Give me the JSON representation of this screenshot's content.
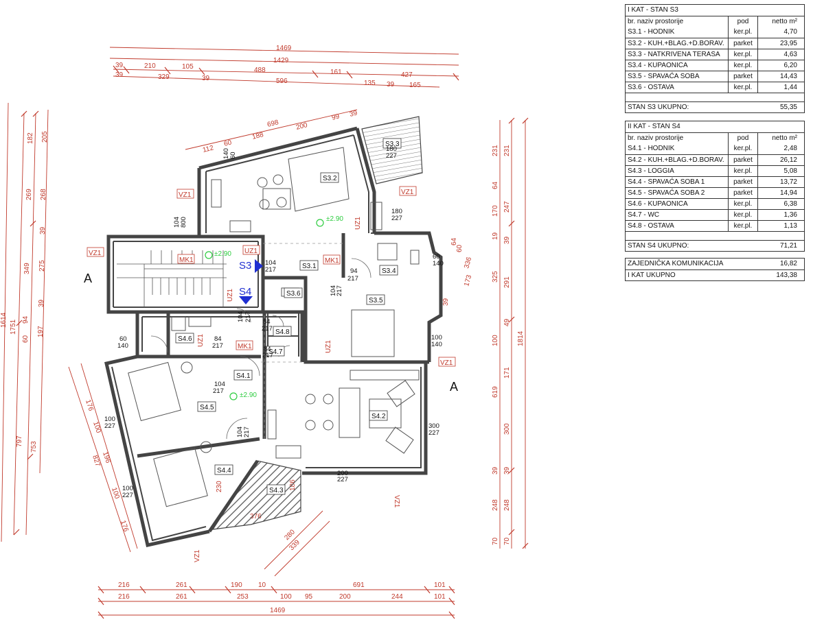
{
  "colors": {
    "red": "#c0392b",
    "blue": "#1f2fd1",
    "green": "#2ecc40",
    "wall": "#444444"
  },
  "table_s3": {
    "title": "I KAT - STAN S3",
    "header": {
      "name": "br.  naziv prostorije",
      "floor": "pod",
      "area": "netto m²"
    },
    "rows": [
      {
        "name": "S3.1 - HODNIK",
        "floor": "ker.pl.",
        "area": "4,70"
      },
      {
        "name": "S3.2 - KUH.+BLAG.+D.BORAV.",
        "floor": "parket",
        "area": "23,95"
      },
      {
        "name": "S3.3 - NATKRIVENA TERASA",
        "floor": "ker.pl.",
        "area": "4,63"
      },
      {
        "name": "S3.4 - KUPAONICA",
        "floor": "ker.pl.",
        "area": "6,20"
      },
      {
        "name": "S3.5 - SPAVAĆA SOBA",
        "floor": "parket",
        "area": "14,43"
      },
      {
        "name": "S3.6 - OSTAVA",
        "floor": "ker.pl.",
        "area": "1,44"
      }
    ],
    "total": {
      "name": "STAN S3  UKUPNO:",
      "area": "55,35"
    }
  },
  "table_s4": {
    "title": "II KAT - STAN S4",
    "header": {
      "name": "br.  naziv prostorije",
      "floor": "pod",
      "area": "netto m²"
    },
    "rows": [
      {
        "name": "S4.1 - HODNIK",
        "floor": "ker.pl.",
        "area": "2,48"
      },
      {
        "name": "S4.2 - KUH.+BLAG.+D.BORAV.",
        "floor": "parket",
        "area": "26,12"
      },
      {
        "name": "S4.3 - LOGGIA",
        "floor": "ker.pl.",
        "area": "5,08"
      },
      {
        "name": "S4.4 - SPAVAĆA SOBA 1",
        "floor": "parket",
        "area": "13,72"
      },
      {
        "name": "S4.5 - SPAVAĆA SOBA 2",
        "floor": "parket",
        "area": "14,94"
      },
      {
        "name": "S4.6 - KUPAONICA",
        "floor": "ker.pl.",
        "area": "6,38"
      },
      {
        "name": "S4.7 - WC",
        "floor": "ker.pl.",
        "area": "1,36"
      },
      {
        "name": "S4.8 - OSTAVA",
        "floor": "ker.pl.",
        "area": "1,13"
      }
    ],
    "total": {
      "name": "STAN S4  UKUPNO:",
      "area": "71,21"
    }
  },
  "summary": [
    {
      "name": "ZAJEDNIČKA KOMUNIKACIJA",
      "area": "16,82"
    },
    {
      "name": "I KAT  UKUPNO",
      "area": "143,38"
    }
  ],
  "section_labels": [
    "A",
    "A"
  ],
  "room_labels": [
    "S3.1",
    "S3.2",
    "S3.3",
    "S3.4",
    "S3.5",
    "S3.6",
    "S4.1",
    "S4.2",
    "S4.3",
    "S4.4",
    "S4.5",
    "S4.6",
    "S4.7",
    "S4.8"
  ],
  "unit_labels": [
    "S3",
    "S4"
  ],
  "level_marks": [
    "±2.90",
    "±2.90",
    "±2.90"
  ],
  "tags": [
    "VZ1",
    "VZ1",
    "VZ1",
    "VZ1",
    "VZ1",
    "VZ1",
    "VZ1",
    "UZ1",
    "UZ1",
    "UZ1",
    "UZ1",
    "UZ1",
    "MK1",
    "MK1",
    "MK1"
  ],
  "door_dims": [
    "104\n217",
    "94\n217",
    "104\n217",
    "84\n217",
    "84\n217",
    "104\n217",
    "104\n217",
    "84\n217"
  ],
  "window_dims": [
    "104\n800",
    "180\n227",
    "180\n227",
    "60\n140",
    "60\n140",
    "100\n140",
    "100\n227",
    "100\n227",
    "100\n227",
    "300\n227",
    "200\n227",
    "200\n227"
  ],
  "top_dims": {
    "row1": [
      "1469"
    ],
    "row2": [
      "1429"
    ],
    "row3": [
      "39",
      "210",
      "105",
      "488",
      "161",
      "427"
    ],
    "row4": [
      "39",
      "329",
      "39",
      "596",
      "135",
      "39",
      "165"
    ]
  },
  "bottom_dims": {
    "row1": [
      "216",
      "261",
      "190",
      "10",
      "691",
      "101"
    ],
    "row2": [
      "216",
      "261",
      "253",
      "100",
      "95",
      "200",
      "244",
      "101"
    ],
    "row3": [
      "1469"
    ]
  },
  "slanted_top_dims": [
    "698",
    "99",
    "39",
    "200",
    "188",
    "60",
    "112"
  ],
  "right_dims_outer": [
    "231",
    "247",
    "39",
    "291",
    "49",
    "171",
    "300",
    "39",
    "248",
    "70"
  ],
  "right_dims_inner": [
    "231",
    "64",
    "170",
    "19",
    "325",
    "100",
    "619",
    "39",
    "248",
    "70"
  ],
  "right_total": "1814",
  "left_dims_outer": [
    "182",
    "269",
    "349",
    "94",
    "797"
  ],
  "left_dims_mid": [
    "205",
    "268",
    "39",
    "275",
    "39",
    "197",
    "753"
  ],
  "left_total": "1751",
  "left_misc": [
    "1614",
    "60"
  ],
  "diag_dims": [
    "176",
    "100",
    "196",
    "100",
    "176",
    "827",
    "280",
    "339"
  ],
  "misc_dims": [
    "64",
    "60",
    "336",
    "173",
    "39",
    "376",
    "186",
    "230"
  ]
}
